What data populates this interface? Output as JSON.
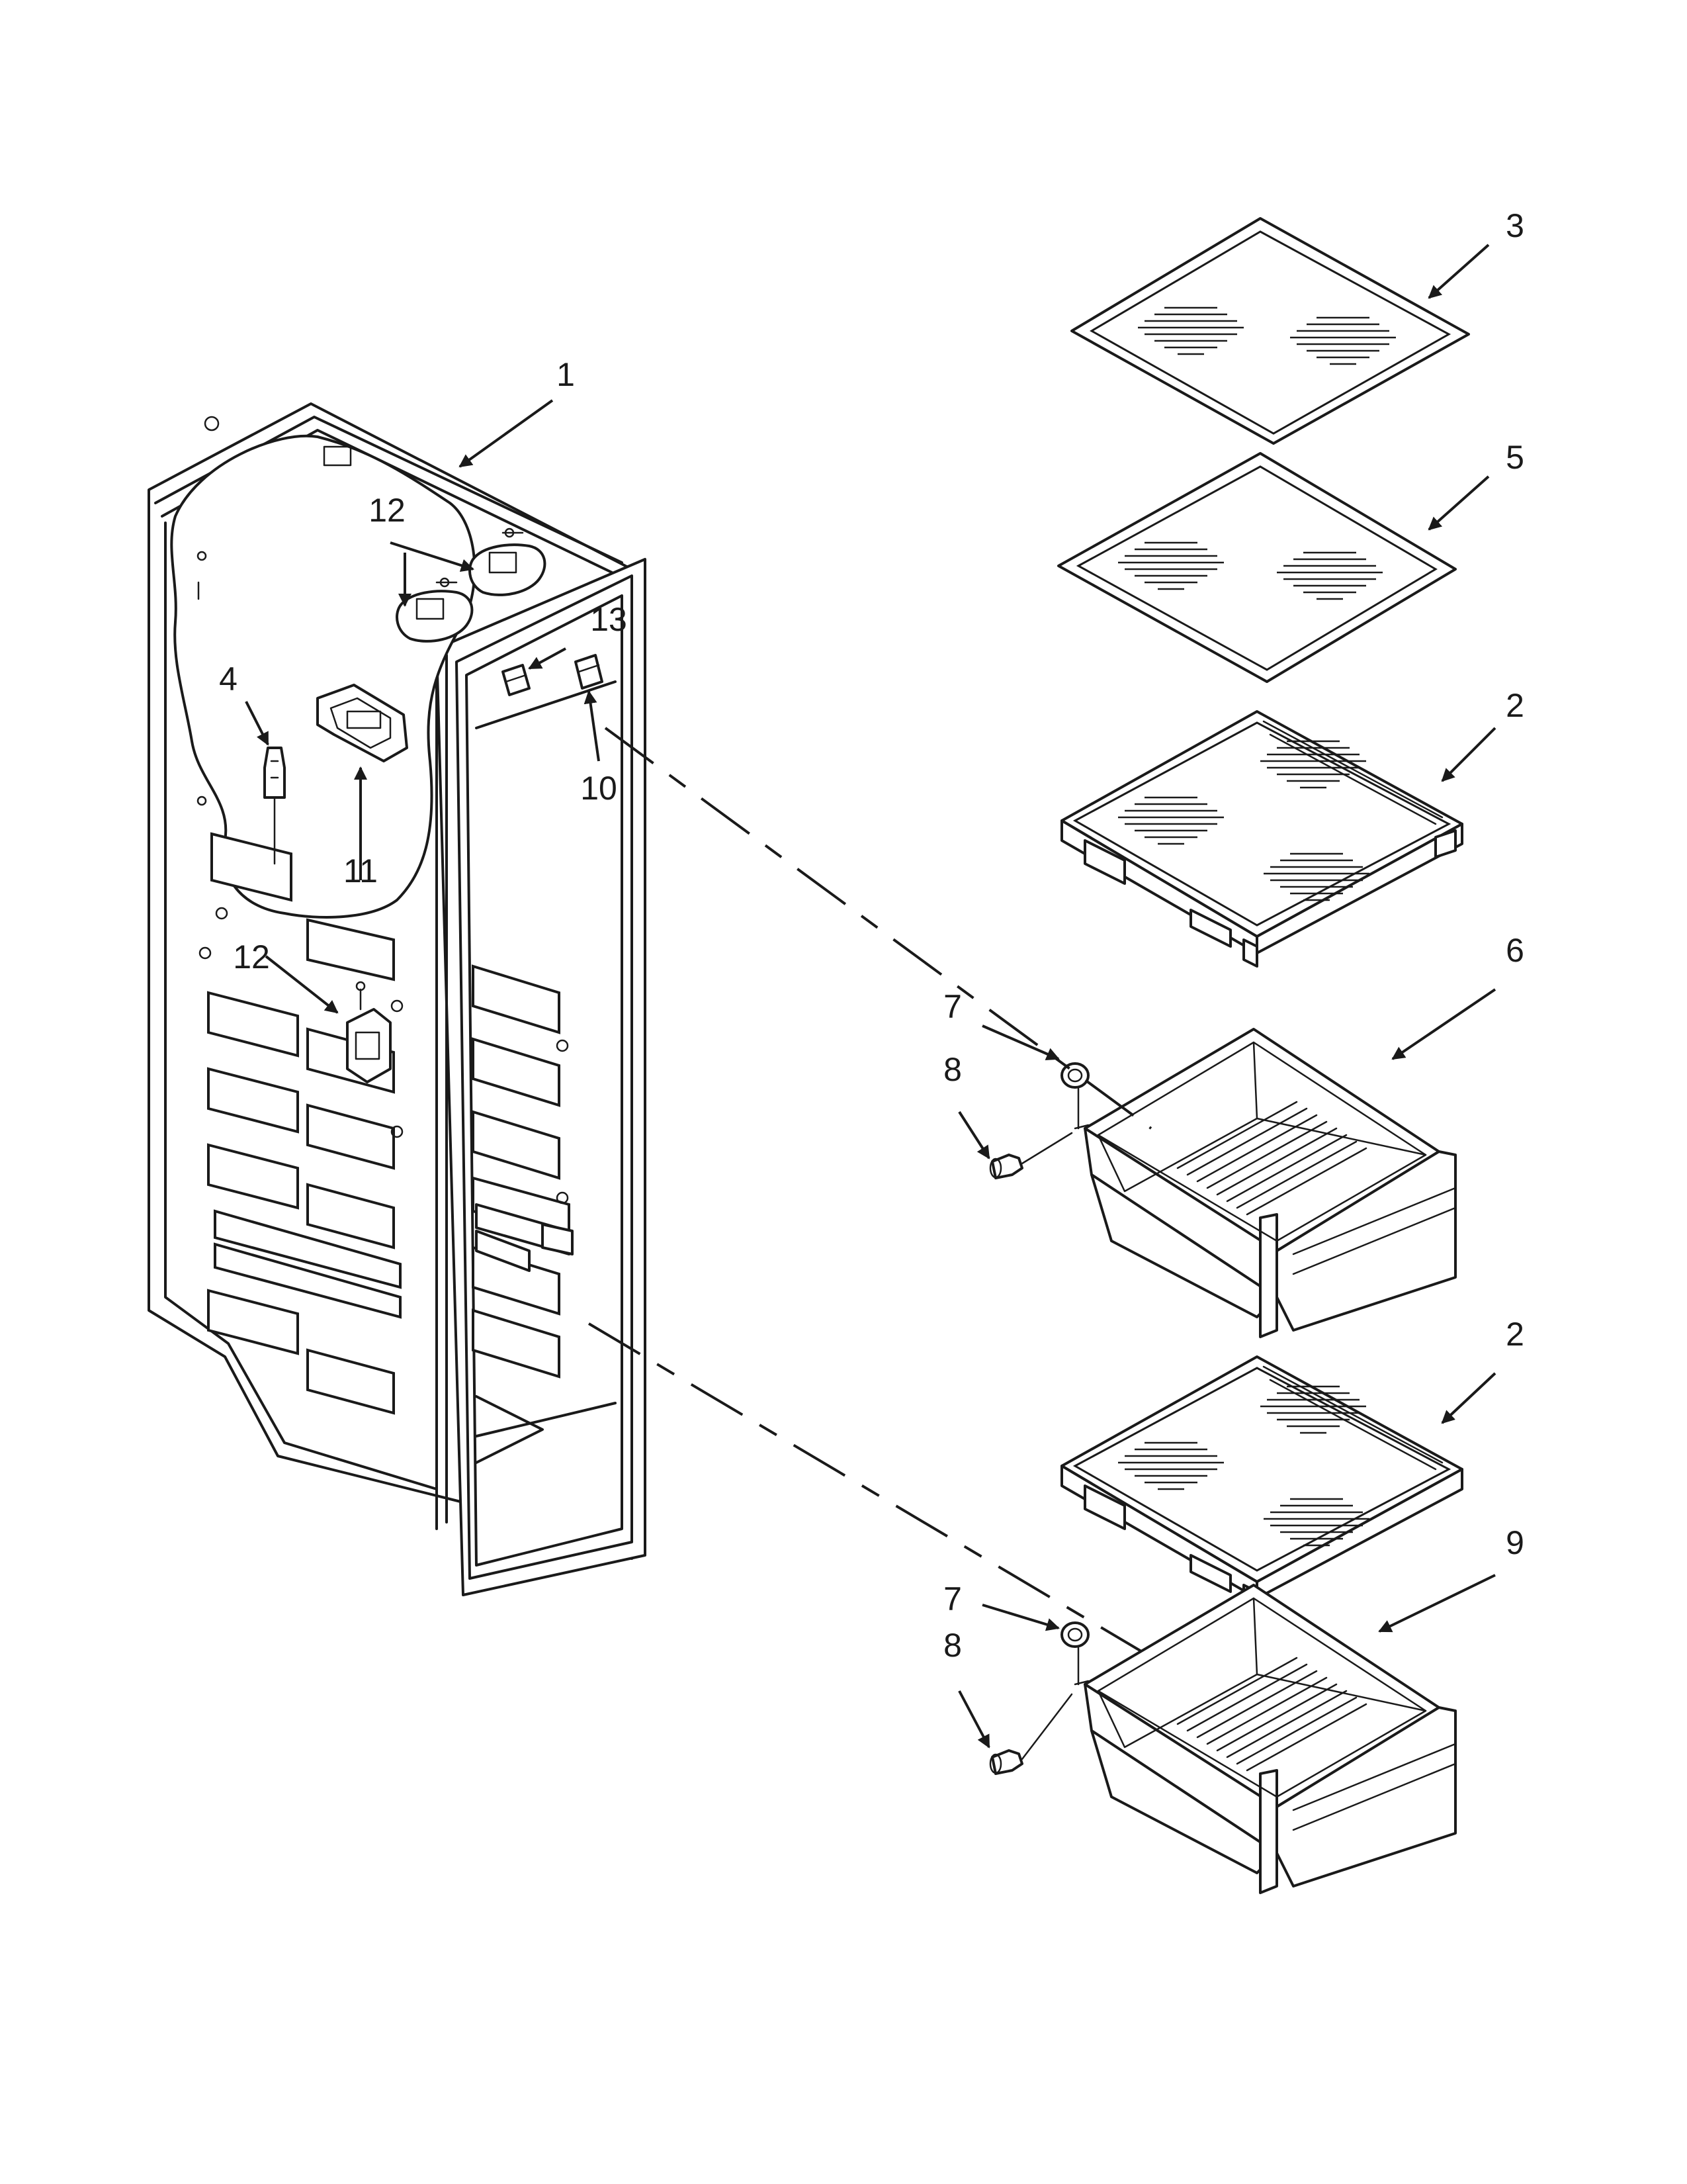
{
  "callouts": {
    "c1": "1",
    "c2a": "2",
    "c2b": "2",
    "c3": "3",
    "c4": "4",
    "c5": "5",
    "c6": "6",
    "c7a": "7",
    "c7b": "7",
    "c8a": "8",
    "c8b": "8",
    "c9": "9",
    "c10": "10",
    "c11": "11",
    "c12a": "12",
    "c12b": "12",
    "c13": "13"
  },
  "icons": {
    "arrowhead": "arrowhead-marker"
  },
  "colors": {
    "line": "#1a1a1a",
    "background": "#ffffff"
  }
}
